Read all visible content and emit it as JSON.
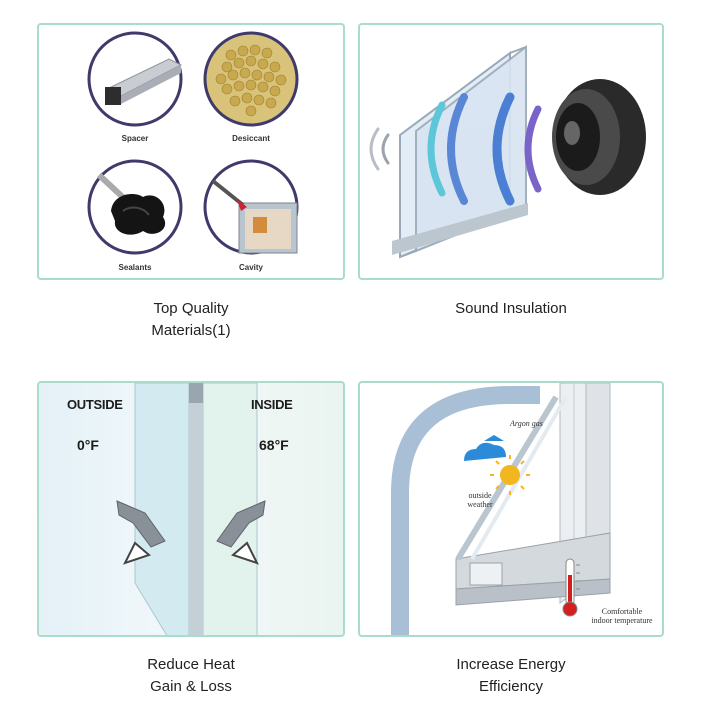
{
  "cards": {
    "materials": {
      "caption_line1": "Top Quality",
      "caption_line2": "Materials(1)",
      "labels": {
        "spacer": "Spacer",
        "desiccant": "Desiccant",
        "sealants": "Sealants",
        "cavity": "Cavity"
      }
    },
    "sound": {
      "caption_line1": "Sound Insulation"
    },
    "heat": {
      "caption_line1": "Reduce Heat",
      "caption_line2": "Gain & Loss",
      "outside_label": "OUTSIDE",
      "inside_label": "INSIDE",
      "outside_temp": "0°F",
      "inside_temp": "68°F"
    },
    "energy": {
      "caption_line1": "Increase Energy",
      "caption_line2": "Efficiency",
      "argon_label": "Argon gas",
      "outside_line1": "outside",
      "outside_line2": "weather",
      "indoor_line1": "Comfortable",
      "indoor_line2": "indoor temperature"
    }
  },
  "colors": {
    "card_border": "#a9dcc9",
    "caption_text": "#222222",
    "accent_circle": "#3f3a6b"
  }
}
